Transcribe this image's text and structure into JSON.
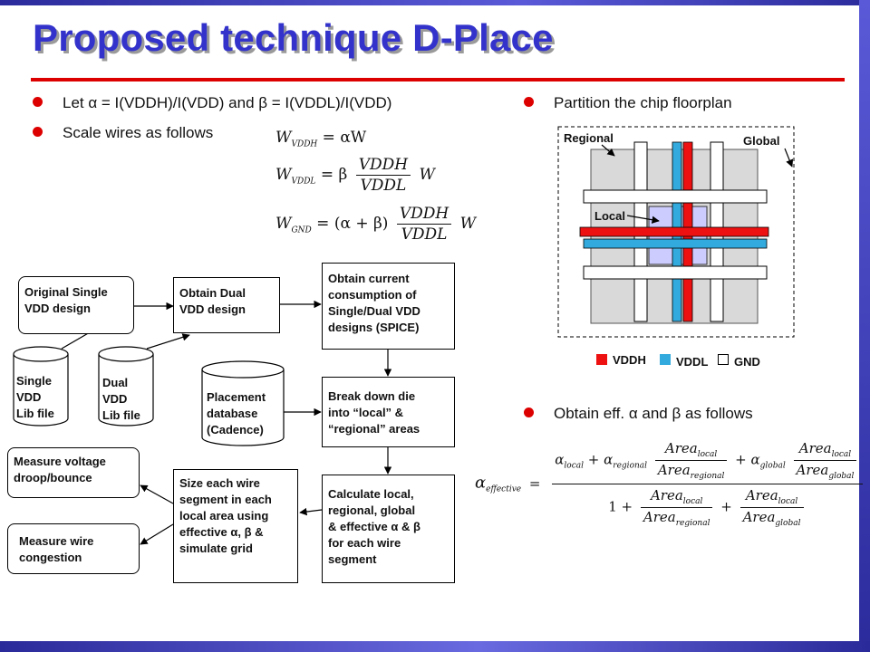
{
  "slide": {
    "title": "Proposed technique D-Place",
    "colors": {
      "title": "#3333cc",
      "accent_red": "#dd0000",
      "vddh": "#ee1111",
      "vddl": "#33aadd",
      "gnd": "#ffffff",
      "local_area": "#ccccff"
    }
  },
  "bullets": {
    "b1": {
      "text": "Let α = I(VDDH)/I(VDD) and β = I(VDDL)/I(VDD)"
    },
    "b2": {
      "text": "Scale wires as follows"
    },
    "b3": {
      "text": "Partition the chip floorplan"
    },
    "b4": {
      "text": "Obtain eff. α and β as follows"
    }
  },
  "equations": {
    "e1": {
      "lhs": "W",
      "lhs_sub": "VDDH",
      "rhs": "= αW"
    },
    "e2": {
      "lhs": "W",
      "lhs_sub": "VDDL",
      "eq": "= β",
      "num": "VDDH",
      "den": "VDDL",
      "tail": "W"
    },
    "e3": {
      "lhs": "W",
      "lhs_sub": "GND",
      "eq": "= (α + β)",
      "num": "VDDH",
      "den": "VDDL",
      "tail": "W"
    },
    "e4": {
      "alpha": "α",
      "eff_sub": "effective",
      "eq": "=",
      "local_sub": "local",
      "regional_sub": "regional",
      "global_sub": "global",
      "area": "Area",
      "plus": "+",
      "one": "1"
    }
  },
  "flow": {
    "original": "Original Single\nVDD design",
    "obtain_dual": "Obtain Dual\nVDD design",
    "obtain_current": "Obtain current\nconsumption of\nSingle/Dual VDD\ndesigns (SPICE)",
    "single_lib": "Single\nVDD\nLib file",
    "dual_lib": "Dual\nVDD\nLib file",
    "placement_db": "Placement\ndatabase\n(Cadence)",
    "break_down": "Break down die\ninto “local” &\n“regional” areas",
    "measure_droop": "Measure voltage\ndroop/bounce",
    "measure_congestion": "Measure wire\ncongestion",
    "size_wire": "Size each wire\nsegment in each\nlocal area using\neffective α, β &\nsimulate grid",
    "calculate": "Calculate local,\nregional, global\n& effective α & β\nfor each wire\nsegment"
  },
  "floorplan": {
    "labels": {
      "regional": "Regional",
      "global": "Global",
      "local": "Local"
    },
    "legend": {
      "vddh": "VDDH",
      "vddl": "VDDL",
      "gnd": "GND"
    }
  }
}
